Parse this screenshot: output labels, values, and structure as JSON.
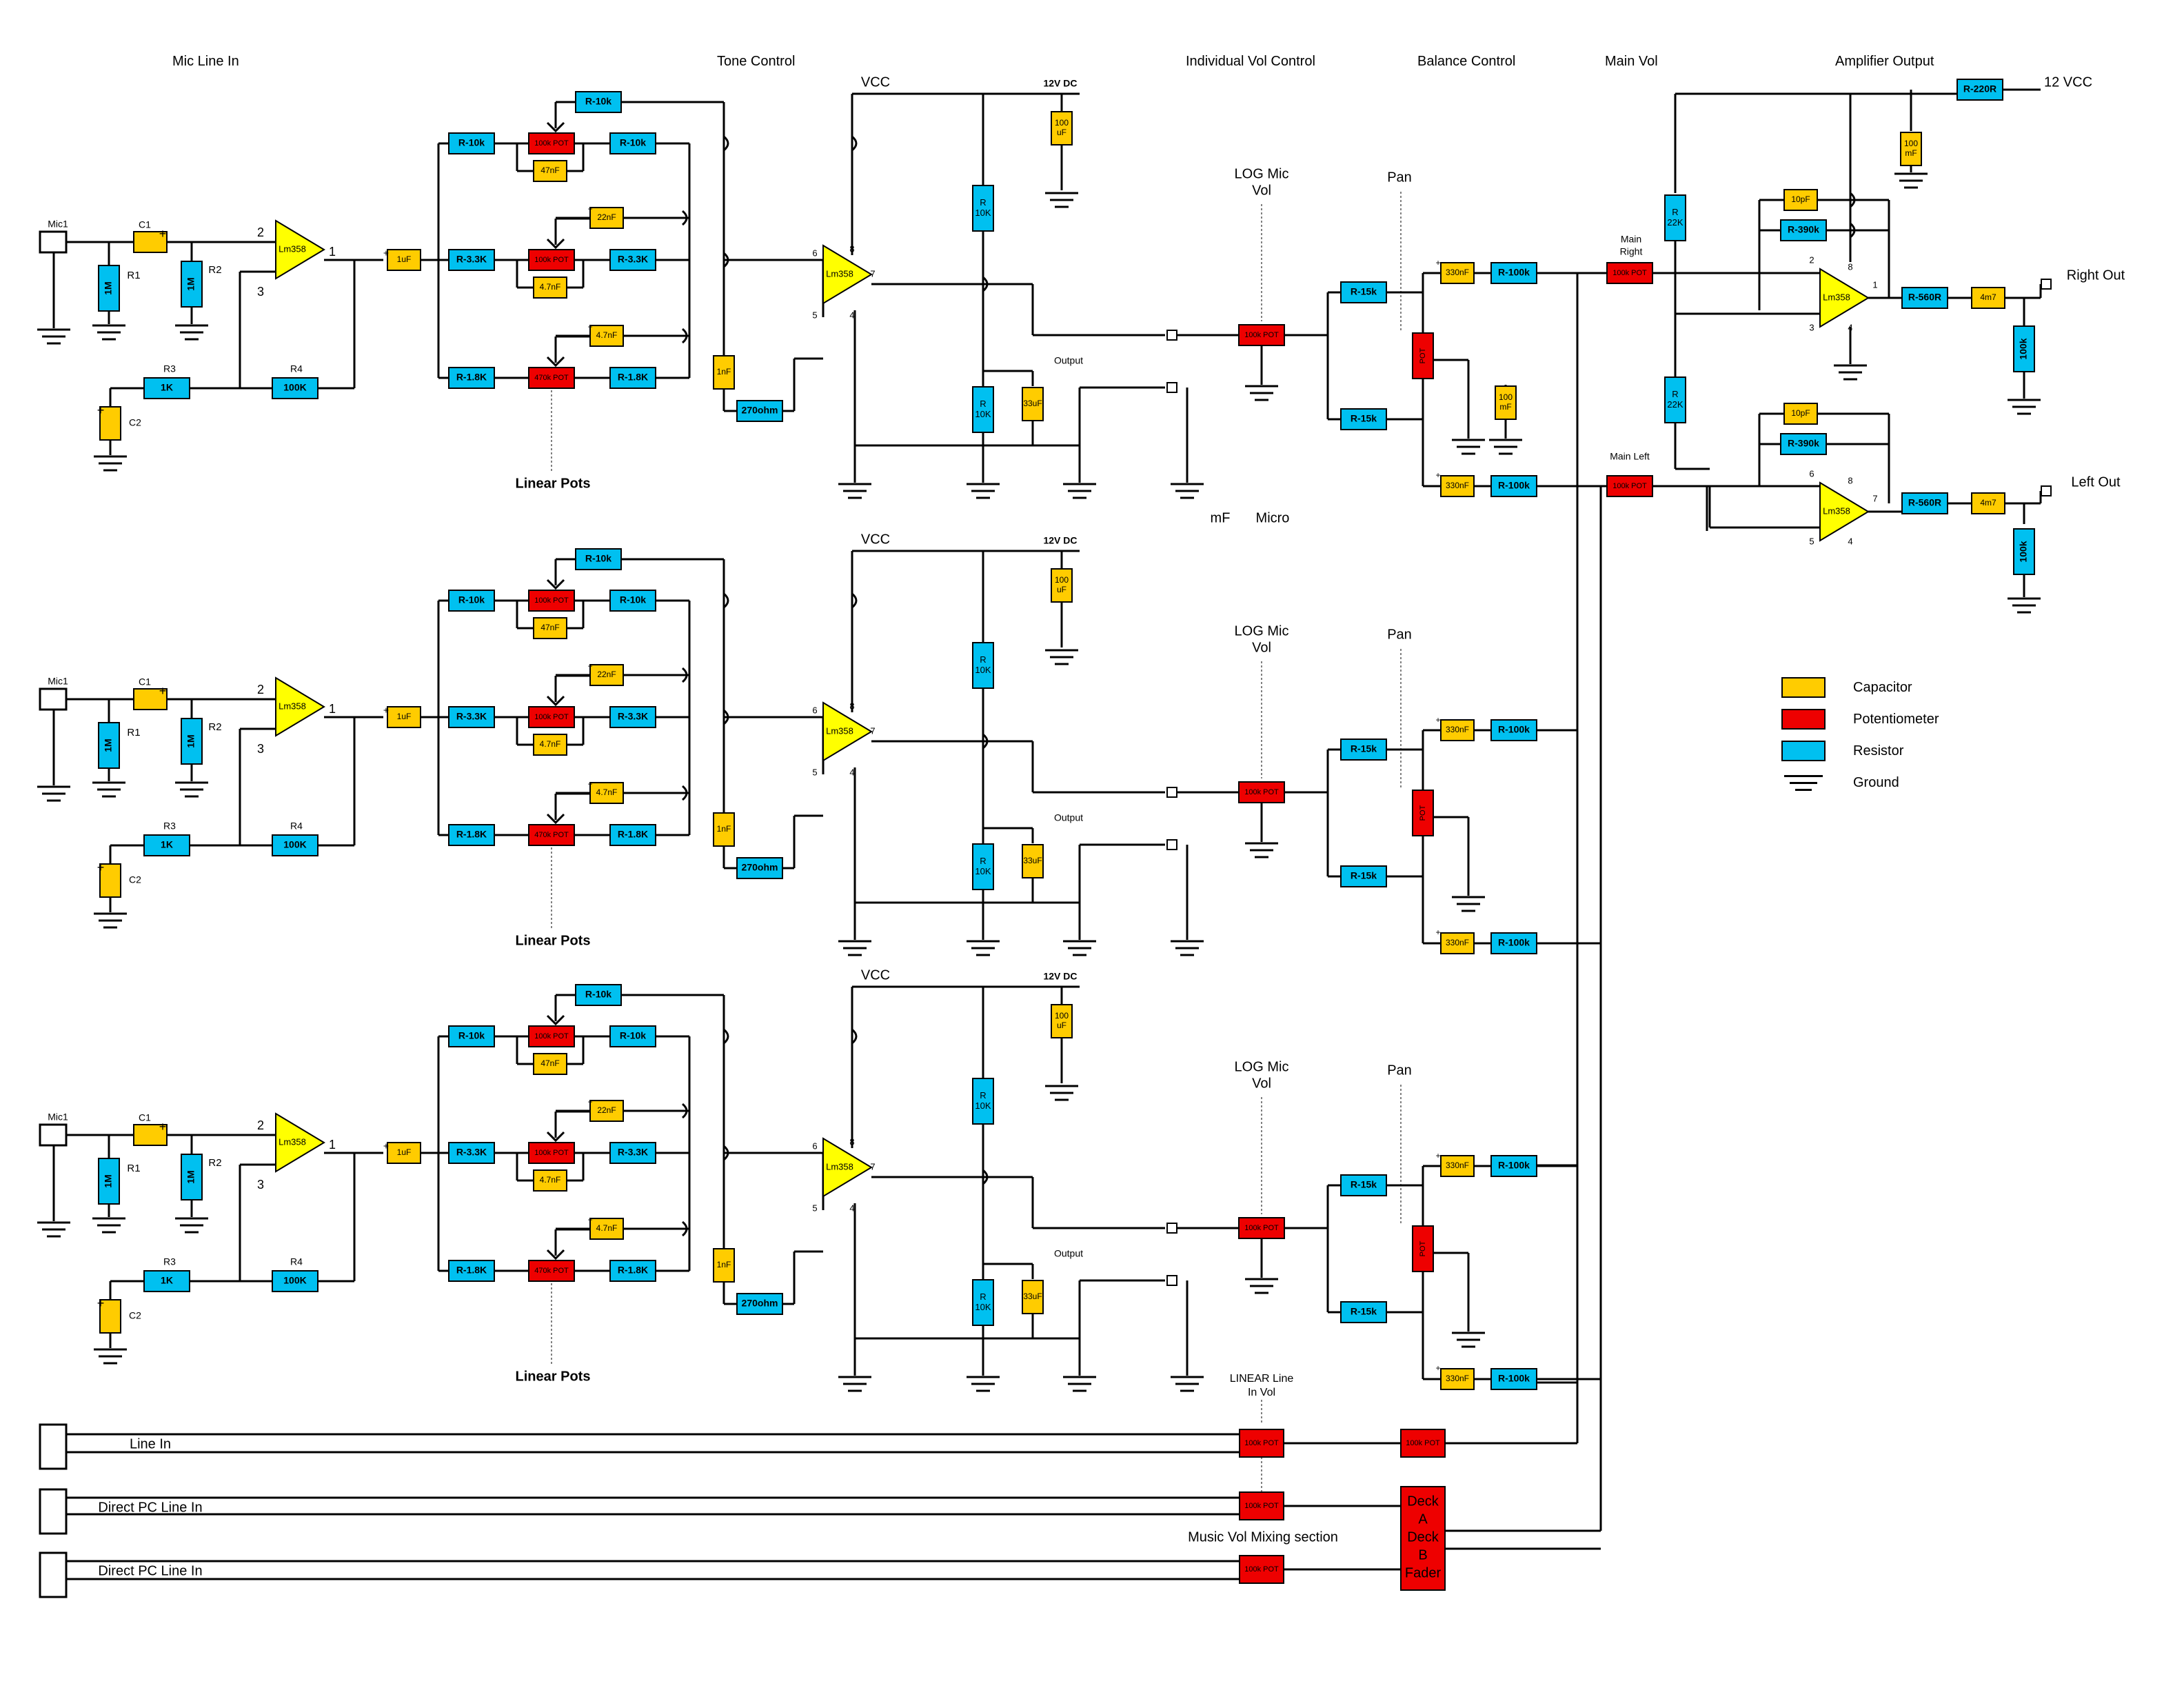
{
  "headers": {
    "mic_line_in": "Mic Line In",
    "tone_control": "Tone Control",
    "individual_vol": "Individual Vol Control",
    "balance": "Balance Control",
    "main_vol": "Main Vol",
    "amp_output": "Amplifier Output"
  },
  "labels": {
    "vcc": "VCC",
    "dc12": "12V DC",
    "output": "Output",
    "linear_pots": "Linear Pots",
    "log_mic_vol": [
      "LOG Mic",
      "Vol"
    ],
    "pan": "Pan",
    "mic": "Mic1",
    "c1": "C1",
    "c2": "C2",
    "r1": "R1",
    "r2": "R2",
    "r3": "R3",
    "r4": "R4",
    "pin2": "2",
    "pin3": "3",
    "pin1": "1",
    "pin8": "8",
    "pin7": "7",
    "pin6": "6",
    "pin5": "5",
    "pin4": "4",
    "lm358": "Lm358",
    "mf": "mF",
    "micro": "Micro",
    "vcc12": "12 VCC",
    "right_out": "Right Out",
    "left_out": "Left Out",
    "main_right": [
      "Main",
      "Right"
    ],
    "main_left": "Main Left",
    "linear_line_in_vol": [
      "LINEAR Line",
      "In Vol"
    ],
    "line_in": "Line In",
    "direct_pc_1": "Direct PC Line In",
    "direct_pc_2": "Direct PC Line In",
    "music_vol": "Music Vol Mixing section",
    "fader": [
      "Deck",
      "A",
      "Deck",
      "B",
      "Fader"
    ]
  },
  "parts": {
    "r1m": "1M",
    "r1k": "1K",
    "r100k": "100K",
    "c1uf": "1uF",
    "r10k": "R-10k",
    "r33k": "R-3.3K",
    "r18k": "R-1.8K",
    "pot100k": "100k POT",
    "pot470k": "470k POT",
    "c47n_a": "47nF",
    "c22n": "22nF",
    "c47n_b": "4.7nF",
    "c1nf": "1nF",
    "r270": "270ohm",
    "rv10k": [
      "R",
      "10K"
    ],
    "c100uf": [
      "100",
      "uF"
    ],
    "c33uf": "33uF",
    "r15k": "R-15k",
    "c330n": "330nF",
    "r100k_b": "R-100k",
    "potv": "POT",
    "c100mf": [
      "100",
      "mF"
    ],
    "r22k": [
      "R",
      "22K"
    ],
    "c10pf": "10pF",
    "r390k": "R-390k",
    "r560": "R-560R",
    "c4m7": "4m7",
    "r100k_v": "100k",
    "r220": "R-220R"
  },
  "legend": [
    {
      "label": "Capacitor",
      "color": "#FFCC00"
    },
    {
      "label": "Potentiometer",
      "color": "#EE0000"
    },
    {
      "label": "Resistor",
      "color": "#00C0F0"
    },
    {
      "label": "Ground",
      "color": ""
    }
  ],
  "colors": {
    "capacitor": "#FFCC00",
    "potentiometer": "#EE0000",
    "resistor": "#00C0F0",
    "opamp": "#FFFF00",
    "wire": "#000000"
  }
}
